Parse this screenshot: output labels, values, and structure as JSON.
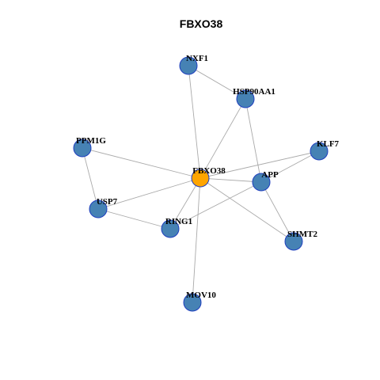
{
  "title": "FBXO38",
  "colors": {
    "hub": "#FFA500",
    "node": "#4682B4",
    "node_border": "#1F3FBF",
    "edge": "#AAAAAA"
  },
  "nodes": [
    {
      "id": "FBXO38",
      "label": "FBXO38",
      "hub": true
    },
    {
      "id": "NXF1",
      "label": "NXF1",
      "hub": false
    },
    {
      "id": "HSP90AA1",
      "label": "HSP90AA1",
      "hub": false
    },
    {
      "id": "PPM1G",
      "label": "PPM1G",
      "hub": false
    },
    {
      "id": "KLF7",
      "label": "KLF7",
      "hub": false
    },
    {
      "id": "APP",
      "label": "APP",
      "hub": false
    },
    {
      "id": "USP7",
      "label": "USP7",
      "hub": false
    },
    {
      "id": "RING1",
      "label": "RING1",
      "hub": false
    },
    {
      "id": "SHMT2",
      "label": "SHMT2",
      "hub": false
    },
    {
      "id": "MOV10",
      "label": "MOV10",
      "hub": false
    }
  ],
  "edges": [
    [
      "FBXO38",
      "NXF1"
    ],
    [
      "FBXO38",
      "HSP90AA1"
    ],
    [
      "FBXO38",
      "PPM1G"
    ],
    [
      "FBXO38",
      "KLF7"
    ],
    [
      "FBXO38",
      "APP"
    ],
    [
      "FBXO38",
      "USP7"
    ],
    [
      "FBXO38",
      "RING1"
    ],
    [
      "FBXO38",
      "SHMT2"
    ],
    [
      "FBXO38",
      "MOV10"
    ],
    [
      "NXF1",
      "HSP90AA1"
    ],
    [
      "HSP90AA1",
      "APP"
    ],
    [
      "PPM1G",
      "USP7"
    ],
    [
      "KLF7",
      "APP"
    ],
    [
      "APP",
      "SHMT2"
    ],
    [
      "APP",
      "RING1"
    ],
    [
      "USP7",
      "RING1"
    ]
  ]
}
